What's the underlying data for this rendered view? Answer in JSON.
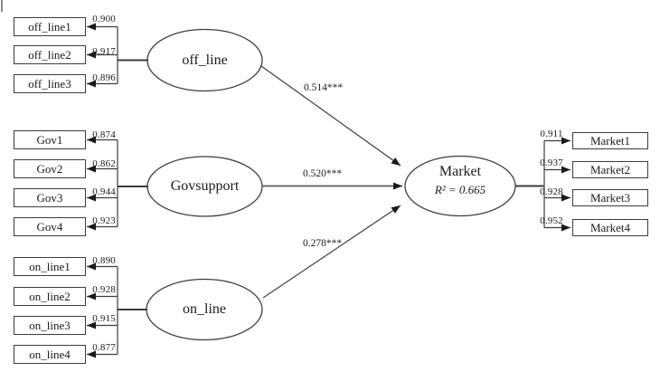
{
  "figure": {
    "latents": {
      "off_line": {
        "label": "off_line"
      },
      "govsupport": {
        "label": "Govsupport"
      },
      "on_line": {
        "label": "on_line"
      },
      "market": {
        "label": "Market",
        "r_squared": "R² = 0.665"
      }
    },
    "indicators": {
      "off_line": [
        {
          "label": "off_line1",
          "loading": "0.900"
        },
        {
          "label": "off_line2",
          "loading": "0.917"
        },
        {
          "label": "off_line3",
          "loading": "0.896"
        }
      ],
      "govsupport": [
        {
          "label": "Gov1",
          "loading": "0.874"
        },
        {
          "label": "Gov2",
          "loading": "0.862"
        },
        {
          "label": "Gov3",
          "loading": "0.944"
        },
        {
          "label": "Gov4",
          "loading": "0.923"
        }
      ],
      "on_line": [
        {
          "label": "on_line1",
          "loading": "0.890"
        },
        {
          "label": "on_line2",
          "loading": "0.928"
        },
        {
          "label": "on_line3",
          "loading": "0.915"
        },
        {
          "label": "on_line4",
          "loading": "0.877"
        }
      ],
      "market": [
        {
          "label": "Market1",
          "loading": "0.911"
        },
        {
          "label": "Market2",
          "loading": "0.937"
        },
        {
          "label": "Market3",
          "loading": "0.928"
        },
        {
          "label": "Market4",
          "loading": "0.952"
        }
      ]
    },
    "paths": [
      {
        "from": "off_line",
        "to": "Market",
        "coefficient": "0.514***"
      },
      {
        "from": "Govsupport",
        "to": "Market",
        "coefficient": "0.520***"
      },
      {
        "from": "on_line",
        "to": "Market",
        "coefficient": "0.278***"
      }
    ],
    "colors": {
      "line": "#3d3d3d",
      "background": "#ffffff",
      "text": "#1a1a1a"
    }
  }
}
